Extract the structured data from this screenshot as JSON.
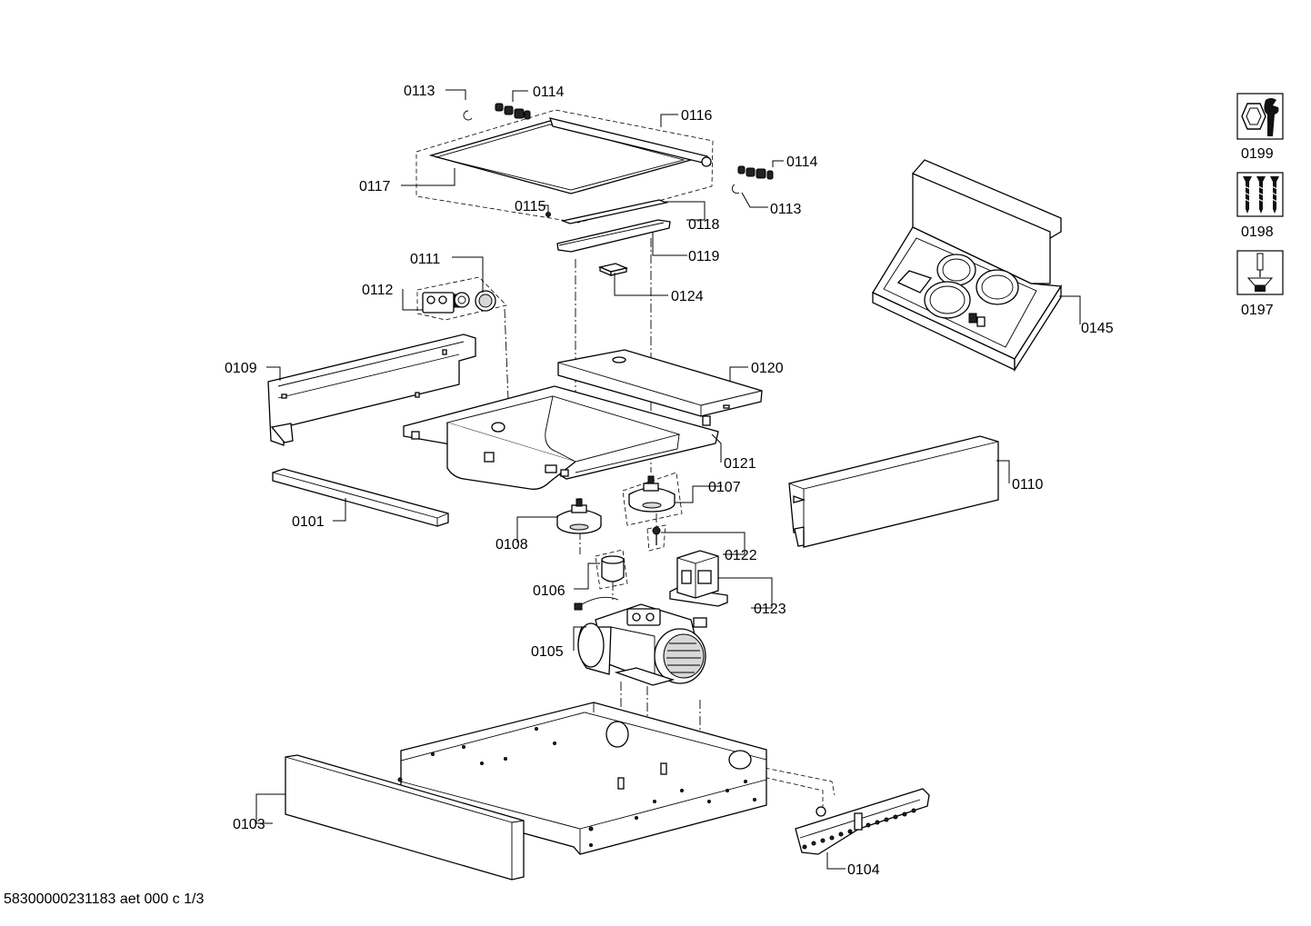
{
  "document_id": "58300000231183 aet 000 c 1/3",
  "callouts": {
    "p0113a": "0113",
    "p0114a": "0114",
    "p0116": "0116",
    "p0117": "0117",
    "p0114b": "0114",
    "p0113b": "0113",
    "p0115": "0115",
    "p0118": "0118",
    "p0119": "0119",
    "p0111": "0111",
    "p0112": "0112",
    "p0124": "0124",
    "p0145": "0145",
    "p0109": "0109",
    "p0120": "0120",
    "p0121": "0121",
    "p0110": "0110",
    "p0107": "0107",
    "p0101": "0101",
    "p0108": "0108",
    "p0122": "0122",
    "p0106": "0106",
    "p0123": "0123",
    "p0105": "0105",
    "p0103": "0103",
    "p0104": "0104"
  },
  "legend": {
    "tools": "0199",
    "screws": "0198",
    "fixing": "0197"
  },
  "icons": {
    "tools": "wrench-nut-icon",
    "screws": "screws-icon",
    "fixing": "screwdriver-icon"
  }
}
